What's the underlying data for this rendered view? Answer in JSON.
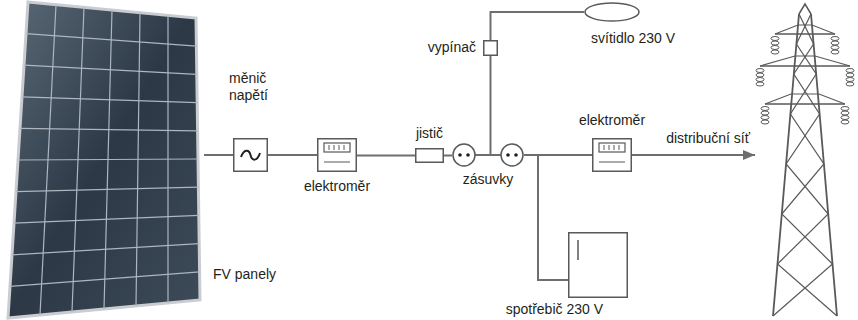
{
  "diagram": {
    "nodes": [
      {
        "text": [
          "FV panely"
        ]
      },
      {
        "text": [
          "měnič napětí"
        ]
      },
      {
        "text": [
          "elektroměr"
        ]
      },
      {
        "text": [
          "jistič"
        ]
      },
      {
        "text": [
          "zásuvky"
        ]
      },
      {
        "text": [
          "vypínač"
        ]
      },
      {
        "text": [
          "svítidlo 230 V"
        ]
      },
      {
        "text": [
          "spotřebič 230 V"
        ]
      },
      {
        "text": [
          "elektroměr"
        ]
      },
      {
        "text": [
          "distribuční síť"
        ]
      }
    ],
    "edges": [
      {
        "from": 0,
        "to": 1,
        "arrow": "none"
      },
      {
        "from": 1,
        "to": 2,
        "arrow": "none"
      },
      {
        "from": 2,
        "to": 3,
        "arrow": "none"
      },
      {
        "from": 3,
        "to": 4,
        "arrow": "none"
      },
      {
        "from": 4,
        "to": 5,
        "arrow": "none"
      },
      {
        "from": 5,
        "to": 6,
        "arrow": "none"
      },
      {
        "from": 4,
        "to": 7,
        "arrow": "none"
      },
      {
        "from": 4,
        "to": 8,
        "arrow": "none"
      },
      {
        "from": 8,
        "to": 9,
        "arrow": "to"
      }
    ]
  }
}
